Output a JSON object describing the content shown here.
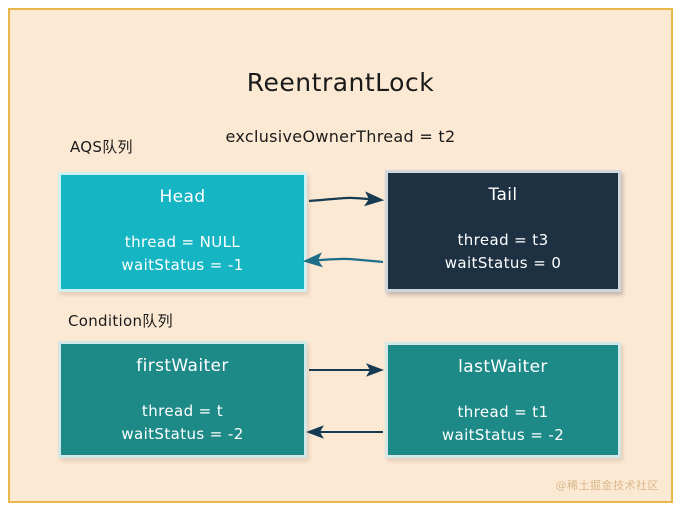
{
  "diagram": {
    "title": "ReentrantLock",
    "subtitle": "exclusiveOwnerThread = t2",
    "watermark": "@稀土掘金技术社区",
    "background_color": "#fce9d4",
    "frame_color": "#e8b849"
  },
  "sections": {
    "aqs": {
      "label": "AQS队列",
      "nodes": [
        {
          "id": "head",
          "title": "Head",
          "fields": [
            "thread = NULL",
            "waitStatus = -1"
          ],
          "color": "#15b5c4",
          "text_color": "#ffffff"
        },
        {
          "id": "tail",
          "title": "Tail",
          "fields": [
            "thread = t3",
            "waitStatus = 0"
          ],
          "color": "#1e3143",
          "text_color": "#ffffff"
        }
      ]
    },
    "condition": {
      "label": "Condition队列",
      "nodes": [
        {
          "id": "first-waiter",
          "title": "firstWaiter",
          "fields": [
            "thread = t",
            "waitStatus = -2"
          ],
          "color": "#1d8a88",
          "text_color": "#ffffff"
        },
        {
          "id": "last-waiter",
          "title": "lastWaiter",
          "fields": [
            "thread = t1",
            "waitStatus = -2"
          ],
          "color": "#1d8a88",
          "text_color": "#ffffff"
        }
      ]
    }
  },
  "arrows": [
    {
      "name": "head-to-tail",
      "direction": "right",
      "color": "#153a52"
    },
    {
      "name": "tail-to-head",
      "direction": "left",
      "color": "#1d6e86"
    },
    {
      "name": "first-waiter-to-last-waiter",
      "direction": "right",
      "color": "#153a52"
    },
    {
      "name": "last-waiter-to-first-waiter",
      "direction": "left",
      "color": "#153a52"
    }
  ]
}
